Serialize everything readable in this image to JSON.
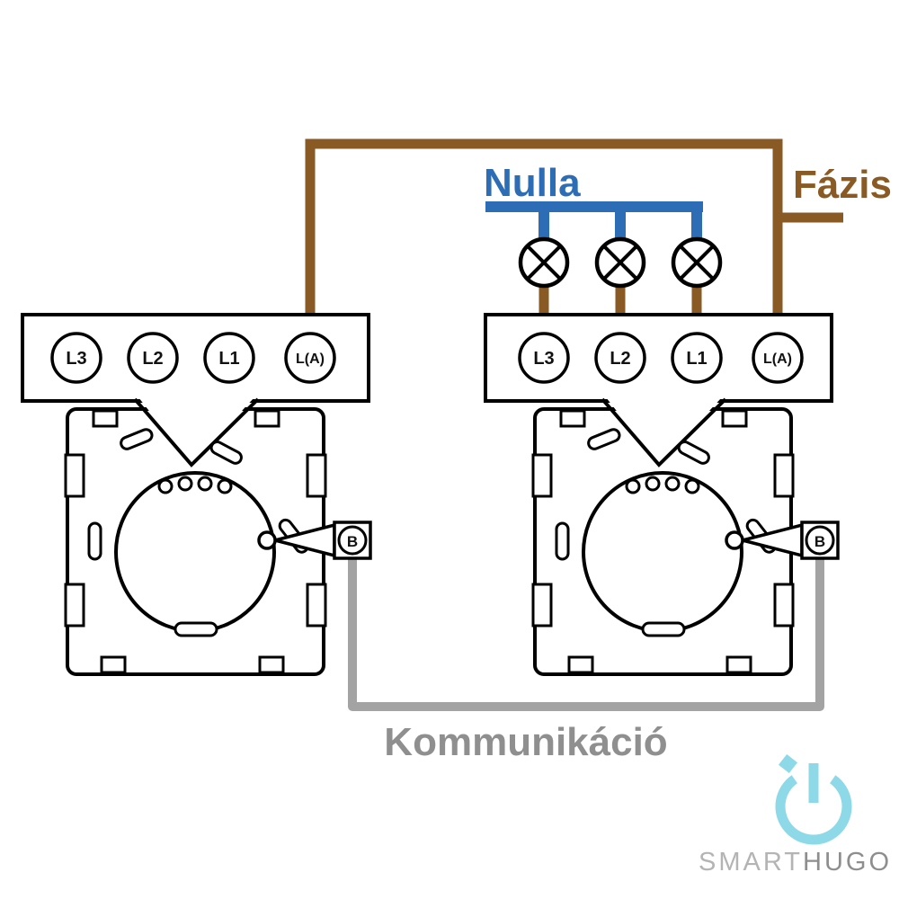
{
  "diagram": {
    "phase": {
      "label": "Fázis",
      "color": "#8a5a24"
    },
    "neutral": {
      "label": "Nulla",
      "color": "#2d6db5"
    },
    "communication": {
      "label": "Kommunikáció",
      "color": "#8f8f8f",
      "wire_color": "#a3a3a3"
    },
    "lamp_count": 3,
    "left_switch": {
      "terminals": [
        "L3",
        "L2",
        "L1",
        "L(A)"
      ],
      "connector_label": "B"
    },
    "right_switch": {
      "terminals": [
        "L3",
        "L2",
        "L1",
        "L(A)"
      ],
      "connector_label": "B"
    }
  },
  "logo": {
    "smart": "SMART",
    "hugo": "HUGO",
    "accent_color": "#8ed9e8",
    "smart_color": "#b4b4b4",
    "hugo_color": "#8e8e8e"
  }
}
